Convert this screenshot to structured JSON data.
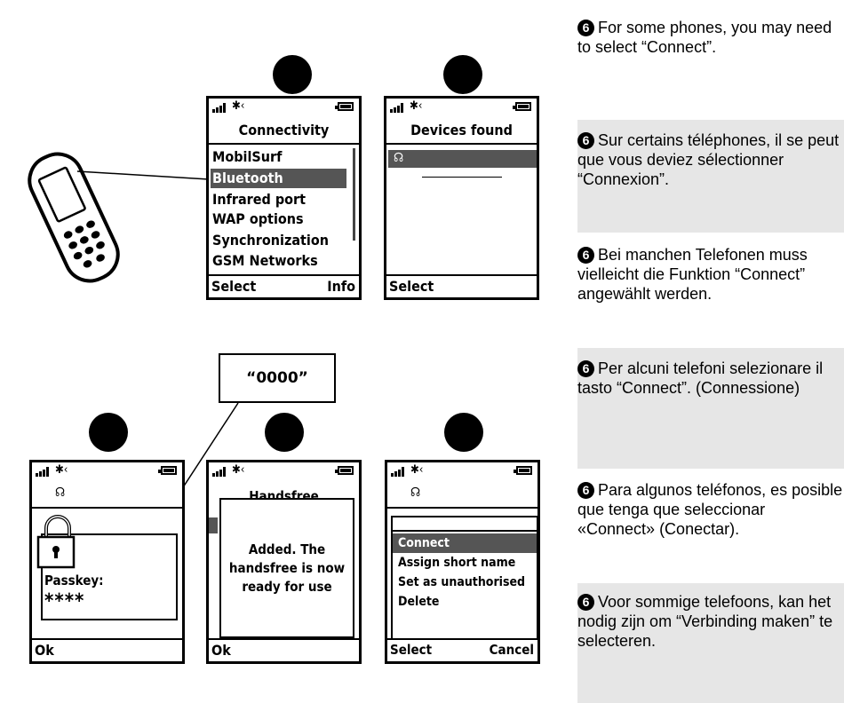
{
  "screens": {
    "connectivity": {
      "title": "Connectivity",
      "items": [
        "MobilSurf",
        "Bluetooth",
        "Infrared port",
        "WAP options",
        "Synchronization",
        "GSM Networks"
      ],
      "selected_index": 1,
      "softkey_left": "Select",
      "softkey_right": "Info"
    },
    "devices_found": {
      "title": "Devices found",
      "softkey_left": "Select"
    },
    "passkey": {
      "label": "Passkey:",
      "value": "****",
      "softkey_left": "Ok"
    },
    "added": {
      "title": "Handsfree",
      "message": "Added. The handsfree is now ready for use",
      "softkey_left": "Ok"
    },
    "options": {
      "items": [
        "Connect",
        "Assign short name",
        "Set as unauthorised",
        "Delete"
      ],
      "selected_index": 0,
      "softkey_left": "Select",
      "softkey_right": "Cancel"
    }
  },
  "callout": {
    "text": "“0000”"
  },
  "step_number": "6",
  "instructions": [
    {
      "lang": "en",
      "text": "For some phones, you may need to select “Connect”."
    },
    {
      "lang": "fr",
      "text": "Sur certains téléphones, il se peut que vous deviez sélectionner “Connexion”."
    },
    {
      "lang": "de",
      "text": "Bei manchen Telefonen muss vielleicht die Funktion “Connect” angewählt werden."
    },
    {
      "lang": "it",
      "text": "Per alcuni telefoni selezionare il tasto “Connect”. (Connessione)"
    },
    {
      "lang": "es",
      "text": "Para algunos teléfonos, es posible que tenga que seleccionar «Connect» (Conectar)."
    },
    {
      "lang": "nl",
      "text": "Voor sommige telefoons, kan het nodig zijn om “Verbinding maken” te selecteren."
    }
  ],
  "icons": {
    "phone": "mobile-phone-illustration",
    "bluetooth": "bluetooth-icon",
    "headset": "headset-icon",
    "lock": "padlock-icon"
  }
}
